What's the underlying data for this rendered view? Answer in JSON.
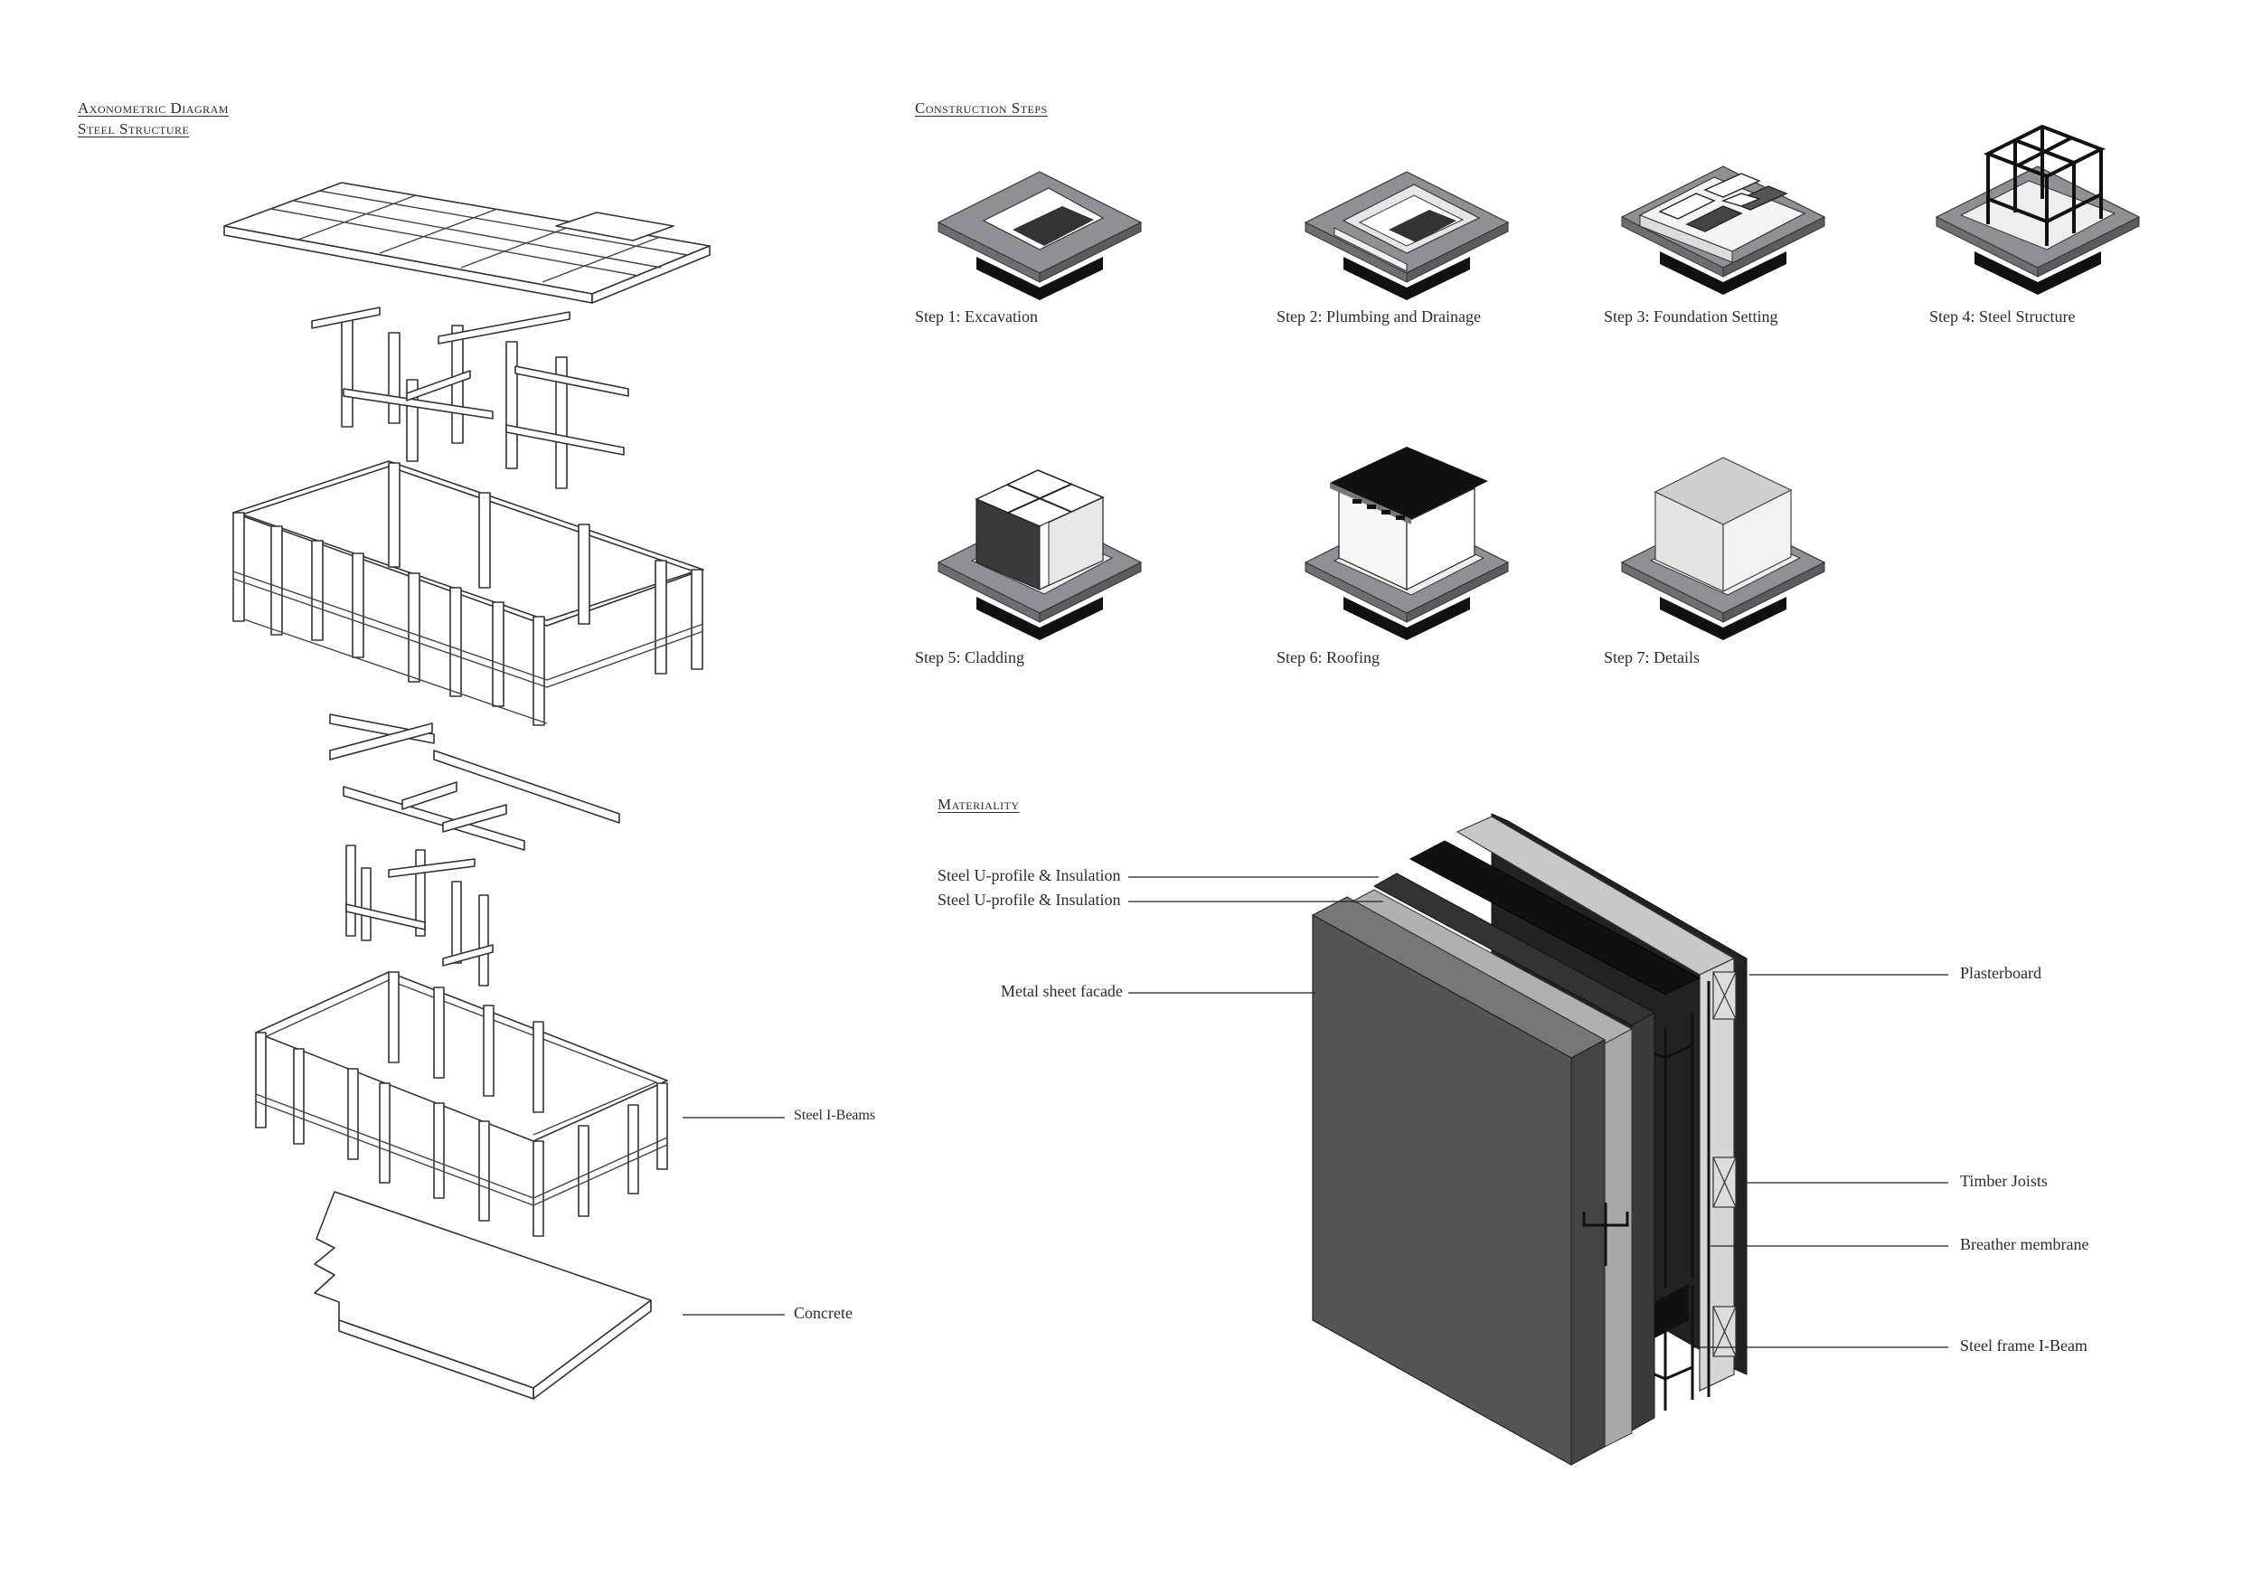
{
  "axonometric": {
    "title_line1": "Axonometric Diagram",
    "title_line2": "Steel Structure",
    "labels": {
      "steel_ibeams": "Steel I-Beams",
      "concrete": "Concrete"
    }
  },
  "construction": {
    "title": "Construction Steps",
    "steps": [
      {
        "label": "Step 1: Excavation"
      },
      {
        "label": "Step 2: Plumbing and Drainage"
      },
      {
        "label": "Step 3: Foundation Setting"
      },
      {
        "label": "Step 4: Steel Structure"
      },
      {
        "label": "Step 5: Cladding"
      },
      {
        "label": "Step 6: Roofing"
      },
      {
        "label": "Step 7: Details"
      }
    ]
  },
  "materiality": {
    "title": "Materiality",
    "labels_left": [
      {
        "text": "Steel U-profile & Insulation"
      },
      {
        "text": "Steel U-profile & Insulation"
      },
      {
        "text": "Metal sheet facade"
      }
    ],
    "labels_right": [
      {
        "text": "Plasterboard"
      },
      {
        "text": "Timber Joists"
      },
      {
        "text": "Breather membrane"
      },
      {
        "text": "Steel frame I-Beam"
      }
    ]
  },
  "colors": {
    "slab_gray": "#8f8f95",
    "dark_fill": "#3a3a3a",
    "facade_gray": "#555555",
    "light_gray": "#c8c8c8",
    "black": "#111111"
  }
}
